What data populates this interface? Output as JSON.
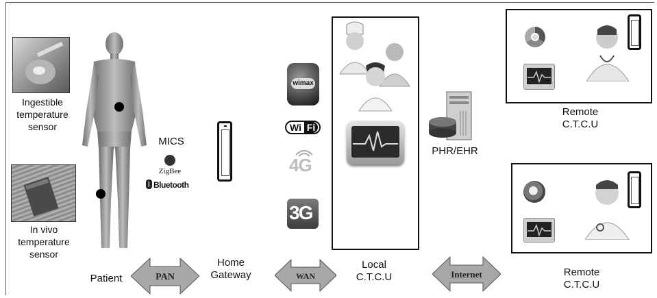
{
  "sensors": {
    "ingestible_label": "Ingestible\ntemperature\nsensor",
    "invivo_label": "In vivo\ntemperature\nsensor"
  },
  "patient": {
    "label": "Patient"
  },
  "pan": {
    "protocols": {
      "mics": "MICS",
      "zigbee": "ZigBee",
      "bluetooth": "Bluetooth"
    },
    "arrow_label": "PAN"
  },
  "gateway": {
    "label": "Home\nGateway"
  },
  "wan": {
    "wimax": "wimax",
    "wifi_left": "Wi",
    "wifi_right": "Fi",
    "g4": "4G",
    "g3": "3G",
    "arrow_label": "WAN"
  },
  "local": {
    "label": "Local\nC.T.C.U"
  },
  "server": {
    "label": "PHR/EHR"
  },
  "internet": {
    "arrow_label": "Internet"
  },
  "remote_top": {
    "label": "Remote\nC.T.C.U"
  },
  "remote_bottom": {
    "label": "Remote\nC.T.C.U"
  }
}
